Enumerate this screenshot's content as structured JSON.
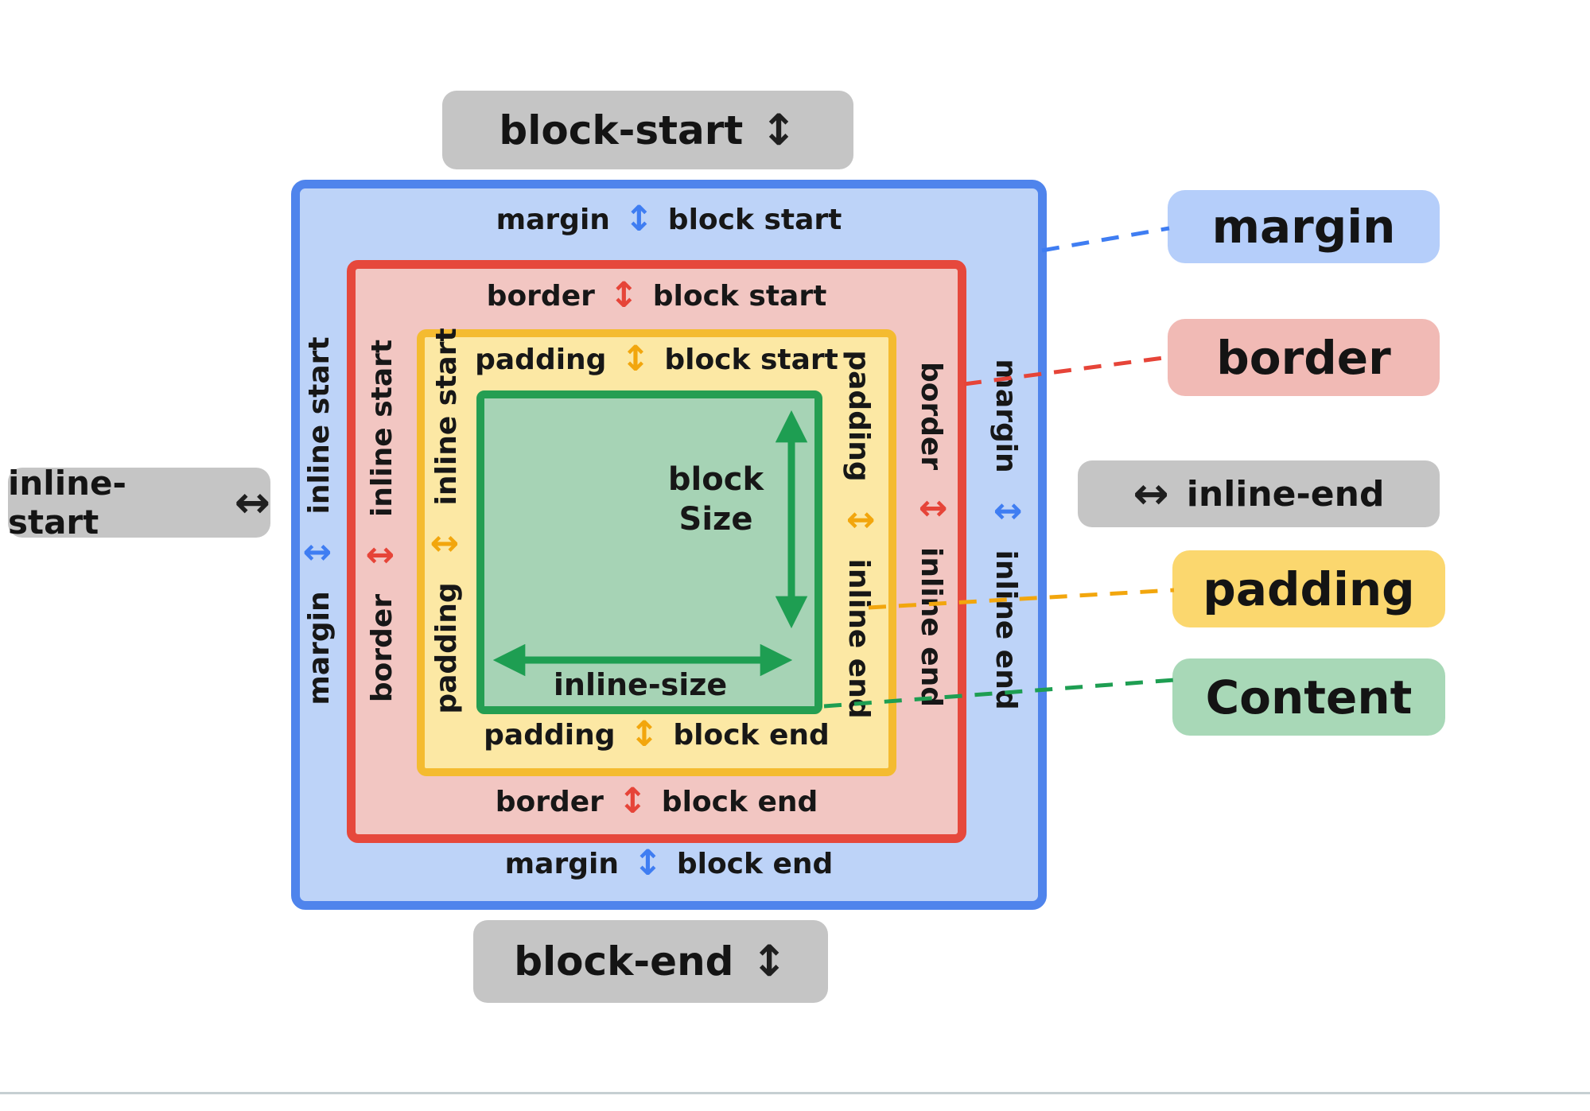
{
  "outer_labels": {
    "block_start": "block-start",
    "block_end": "block-end",
    "inline_start": "inline-start",
    "inline_end": "inline-end"
  },
  "legend": {
    "margin": "margin",
    "border": "border",
    "padding": "padding",
    "content": "Content"
  },
  "edges": {
    "top": {
      "margin": {
        "word": "margin",
        "suffix": "block start"
      },
      "border": {
        "word": "border",
        "suffix": "block start"
      },
      "padding": {
        "word": "padding",
        "suffix": "block start"
      }
    },
    "bottom": {
      "padding": {
        "word": "padding",
        "suffix": "block end"
      },
      "border": {
        "word": "border",
        "suffix": "block end"
      },
      "margin": {
        "word": "margin",
        "suffix": "block end"
      }
    },
    "left": {
      "margin": {
        "word": "margin",
        "suffix": "inline start"
      },
      "border": {
        "word": "border",
        "suffix": "inline start"
      },
      "padding": {
        "word": "padding",
        "suffix": "inline start"
      }
    },
    "right": {
      "padding": {
        "word": "padding",
        "suffix": "inline end"
      },
      "border": {
        "word": "border",
        "suffix": "inline end"
      },
      "margin": {
        "word": "margin",
        "suffix": "inline end"
      }
    }
  },
  "content_box": {
    "block_size_line1": "block",
    "block_size_line2": "Size",
    "inline_size": "inline-size"
  },
  "icons": {
    "updown": "↕",
    "leftright": "↔"
  },
  "colors": {
    "margin_fill": "#bdd3f8",
    "margin_stroke": "#4f84ec",
    "margin_arrow": "#3f7df2",
    "border_fill": "#f2c6c2",
    "border_stroke": "#e6483c",
    "border_arrow": "#e64438",
    "padding_fill": "#fce8a4",
    "padding_stroke": "#f4bb30",
    "padding_arrow": "#f2a60d",
    "content_fill": "#a6d3b5",
    "content_stroke": "#259e52",
    "content_arrow": "#1e9e52",
    "label_bg": "#c5c5c5",
    "legend_margin_bg": "#b5cefa",
    "legend_border_bg": "#f1bab5",
    "legend_padding_bg": "#fbd76e",
    "legend_content_bg": "#a8d8b7",
    "text": "#171717"
  }
}
